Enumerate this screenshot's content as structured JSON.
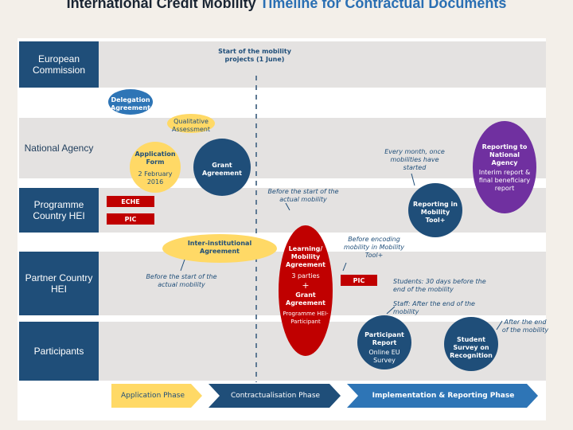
{
  "title": {
    "part1": "International Credit Mobility",
    "part2": "Timeline for Contractual Documents"
  },
  "lanes": {
    "ec": "European Commission",
    "na": "National Agency",
    "phei": "Programme Country HEI",
    "pthei": "Partner Country HEI",
    "participants": "Participants"
  },
  "start_label": "Start of the mobility projects (1 June)",
  "shapes": {
    "delegation": "Delegation Agreement",
    "qualitative": "Qualitative Assessment",
    "application_form": "Application Form",
    "application_date": "2 February 2016",
    "grant_agreement": "Grant Agreement",
    "reporting_na": "Reporting to National Agency",
    "reporting_na_sub": "Interim report & final beneficiary report",
    "reporting_mt": "Reporting in Mobility Tool+",
    "echE": "ECHE",
    "pic1": "PIC",
    "iia": "Inter-institutional Agreement",
    "learning": "Learning/ Mobility Agreement",
    "three_parties": "3 parties",
    "plus": "+",
    "grant_agr2": "Grant Agreement",
    "prog_participant": "Programme HEI-Participant",
    "pic2": "PIC",
    "participant_report": "Participant Report",
    "online_eu": "Online EU Survey",
    "student_survey": "Student Survey on Recognition"
  },
  "notes": {
    "every_month": "Every month, once mobilities have started",
    "before_start1": "Before the start of the actual mobility",
    "before_encoding": "Before encoding mobility in Mobility Tool+",
    "before_start2": "Before the start of the actual mobility",
    "students": "Students: 30 days before the end of the mobility",
    "staff": "Staff: After the end of the mobility",
    "after_end": "After the end of the mobility"
  },
  "phases": {
    "application": "Application Phase",
    "contractualisation": "Contractualisation Phase",
    "implementation": "Implementation & Reporting Phase"
  },
  "colors": {
    "dark_blue": "#1f4e79",
    "mid_blue": "#2e75b6",
    "red": "#c00000",
    "purple": "#7030a0",
    "yellow": "#ffd966"
  }
}
